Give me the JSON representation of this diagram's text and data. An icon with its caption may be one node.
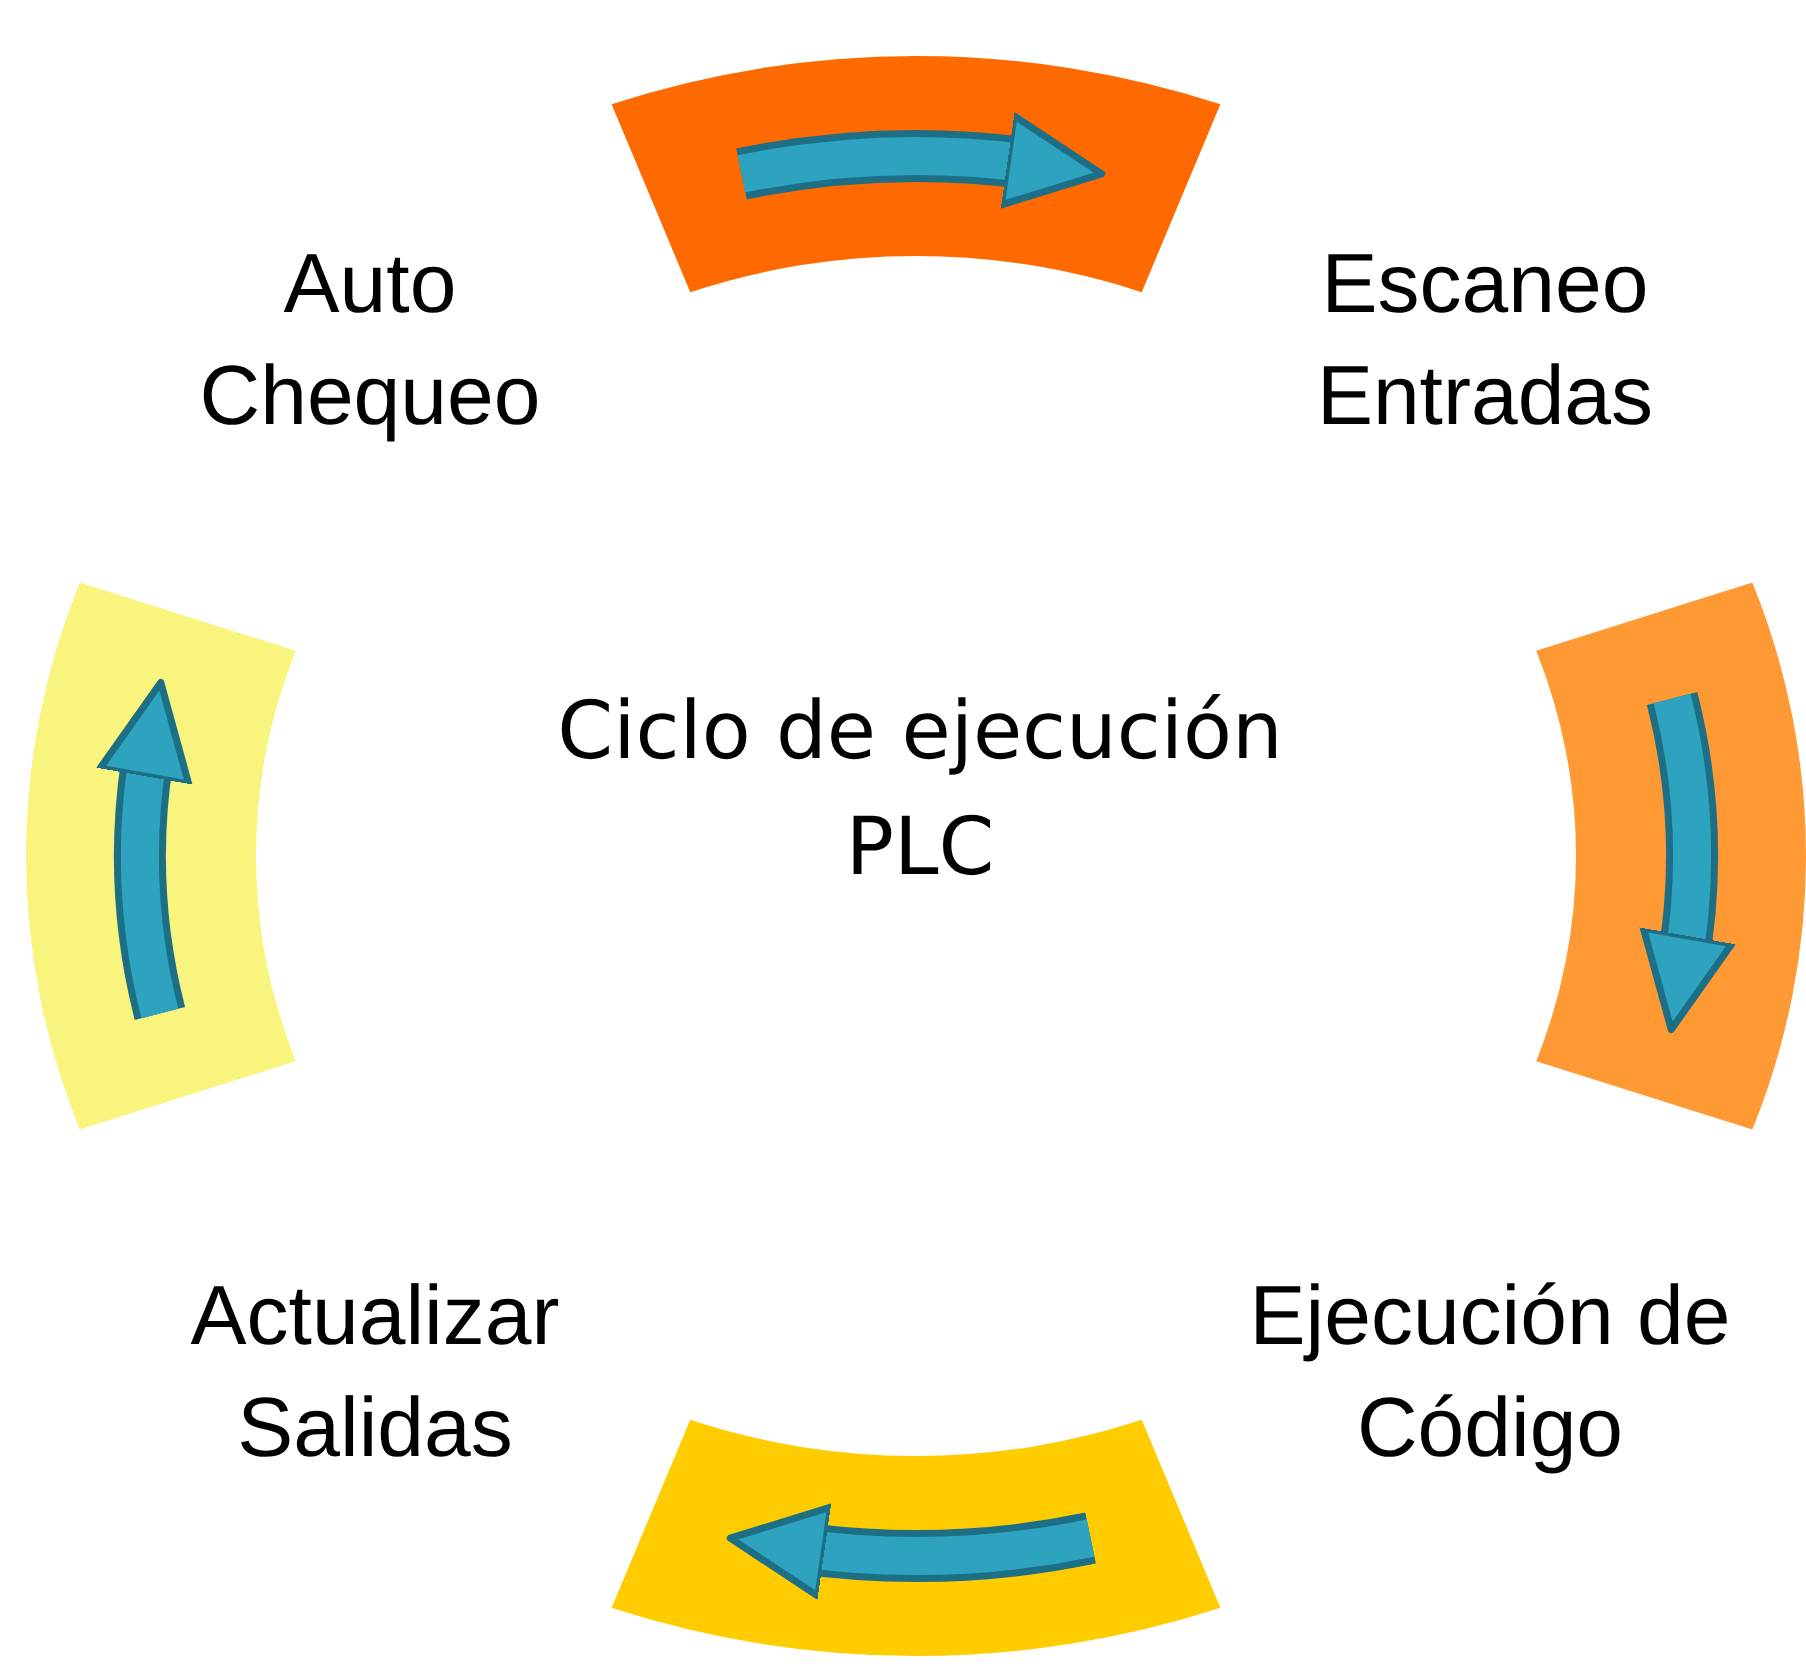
{
  "diagram": {
    "nodes": [
      {
        "text": [
          "Ciclo de ejecución PLC"
        ]
      },
      {
        "text": [
          "Auto Chequeo"
        ]
      },
      {
        "text": [
          "Escaneo Entradas"
        ]
      },
      {
        "text": [
          "Ejecución de Código"
        ]
      },
      {
        "text": [
          "Actualizar Salidas"
        ]
      },
      {
        "text": [],
        "shape": "band"
      },
      {
        "text": [],
        "shape": "band"
      },
      {
        "text": [],
        "shape": "band"
      },
      {
        "text": [],
        "shape": "band"
      }
    ]
  }
}
